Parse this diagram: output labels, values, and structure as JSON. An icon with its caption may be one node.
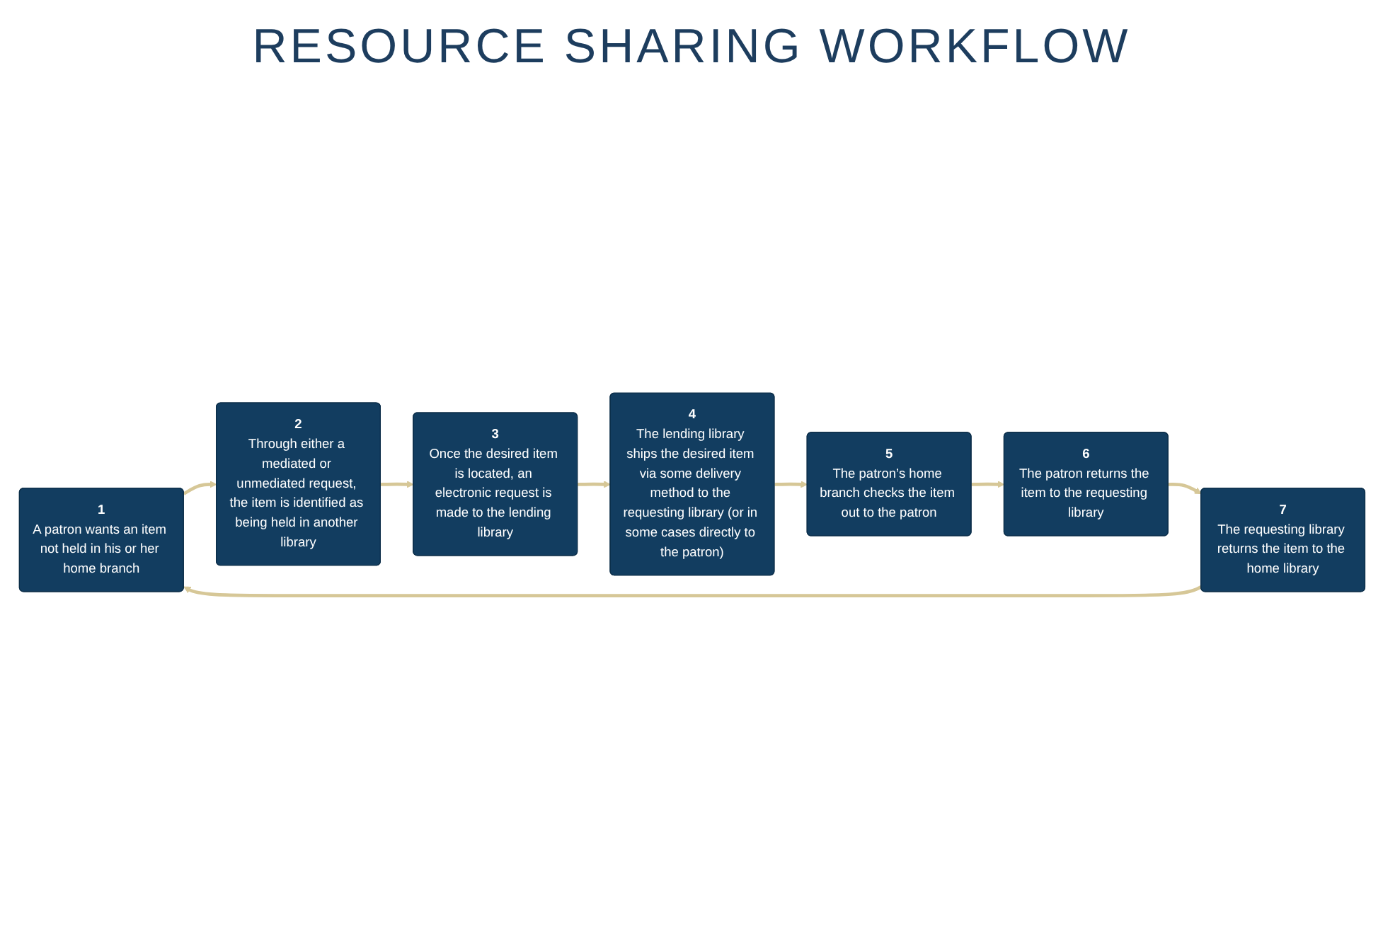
{
  "diagram": {
    "title": "RESOURCE SHARING WORKFLOW",
    "nodes": [
      {
        "text": [
          "1",
          "A patron wants an item not held in his or her home branch"
        ]
      },
      {
        "text": [
          "2",
          "Through either a mediated or unmediated request, the item is identified as being held in another library"
        ]
      },
      {
        "text": [
          "3",
          "Once the desired item is located, an electronic request is made to the lending library"
        ]
      },
      {
        "text": [
          "4",
          "The lending library ships the desired item via some delivery method to the requesting library (or in some cases directly to the patron)"
        ]
      },
      {
        "text": [
          "5",
          "The patron’s home branch checks the item out to the patron"
        ]
      },
      {
        "text": [
          "6",
          "The patron returns the item to the requesting library"
        ]
      },
      {
        "text": [
          "7",
          "The requesting library returns the item to the home library"
        ]
      }
    ],
    "edges": [
      {
        "from": 0,
        "to": 1,
        "arrow": "to"
      },
      {
        "from": 1,
        "to": 2,
        "arrow": "to"
      },
      {
        "from": 2,
        "to": 3,
        "arrow": "to"
      },
      {
        "from": 3,
        "to": 4,
        "arrow": "to"
      },
      {
        "from": 4,
        "to": 5,
        "arrow": "to"
      },
      {
        "from": 5,
        "to": 6,
        "arrow": "to"
      },
      {
        "from": 6,
        "to": 0,
        "arrow": "to"
      }
    ]
  }
}
